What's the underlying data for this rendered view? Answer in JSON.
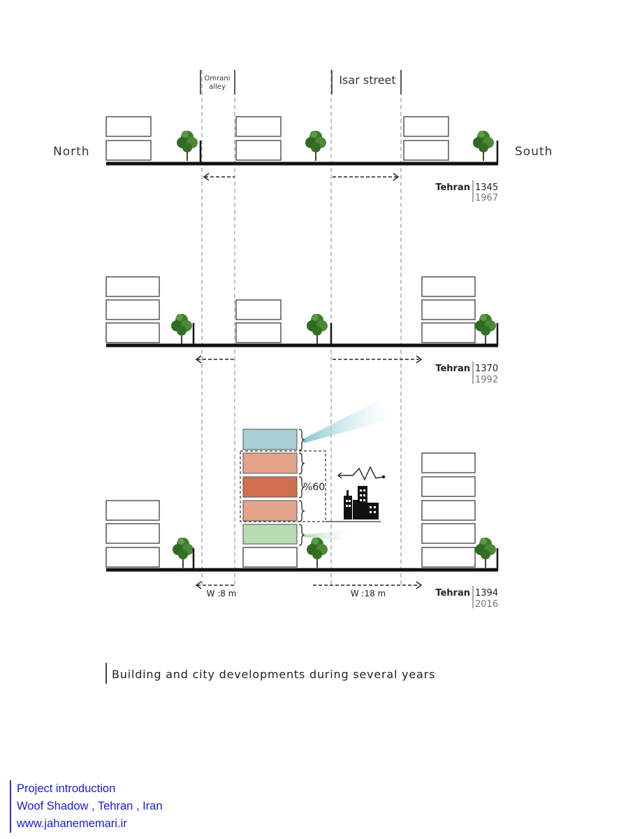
{
  "labels": {
    "north": "North",
    "south": "South",
    "alley": [
      "Omrani",
      "alley"
    ],
    "street": "Isar street",
    "percent": "%60",
    "width_alley": "W :8 m",
    "width_street": "W :18 m"
  },
  "sections": [
    {
      "city": "Tehran",
      "year_solar": "1345",
      "year_gregorian": "1967"
    },
    {
      "city": "Tehran",
      "year_solar": "1370",
      "year_gregorian": "1992"
    },
    {
      "city": "Tehran",
      "year_solar": "1394",
      "year_gregorian": "2016"
    }
  ],
  "caption": "Building and city developments during several years",
  "credits": [
    "Project introduction",
    "Woof Shadow , Tehran , Iran",
    "www.jahanememari.ir"
  ],
  "colors": {
    "top_floor": "#a9d0d6",
    "floor_light": "#e3a48a",
    "floor_dark": "#d16f4f",
    "ground_green": "#b8ddb3",
    "tree": "#3d7a2c",
    "credit_text": "#1a1ad8"
  }
}
